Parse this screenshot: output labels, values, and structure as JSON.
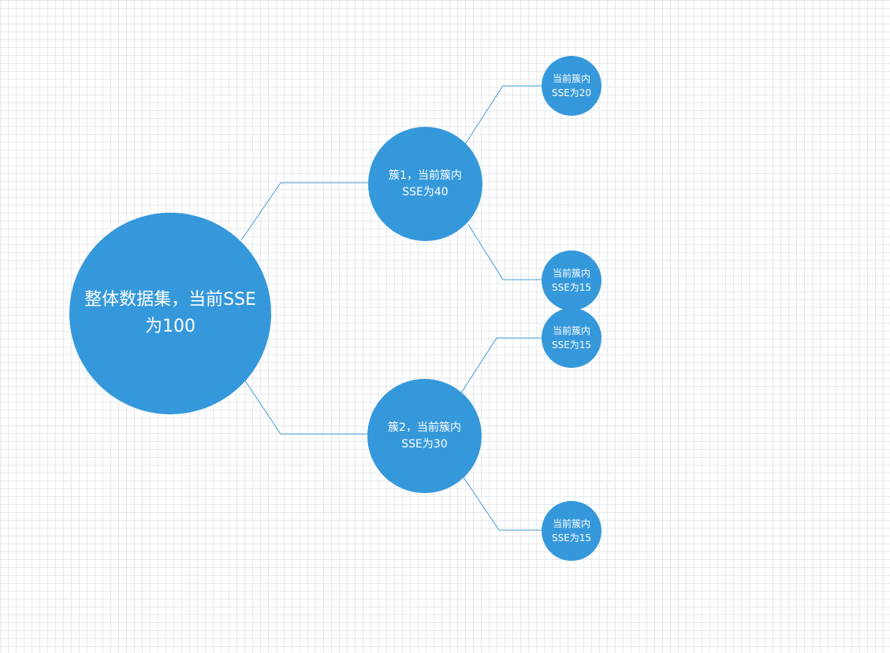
{
  "colors": {
    "node_fill": "#3598db",
    "node_text": "#ffffff",
    "connector": "#4a9bcf",
    "grid": "#e6eaee"
  },
  "root": {
    "line1": "整体数据集，当前SSE",
    "line2": "为100"
  },
  "clusters": [
    {
      "line1": "簇1，当前簇内",
      "line2": "SSE为40",
      "children": [
        {
          "line1": "当前簇内",
          "line2": "SSE为20"
        },
        {
          "line1": "当前簇内",
          "line2": "SSE为15"
        }
      ]
    },
    {
      "line1": "簇2，当前簇内",
      "line2": "SSE为30",
      "children": [
        {
          "line1": "当前簇内",
          "line2": "SSE为15"
        },
        {
          "line1": "当前簇内",
          "line2": "SSE为15"
        }
      ]
    }
  ]
}
